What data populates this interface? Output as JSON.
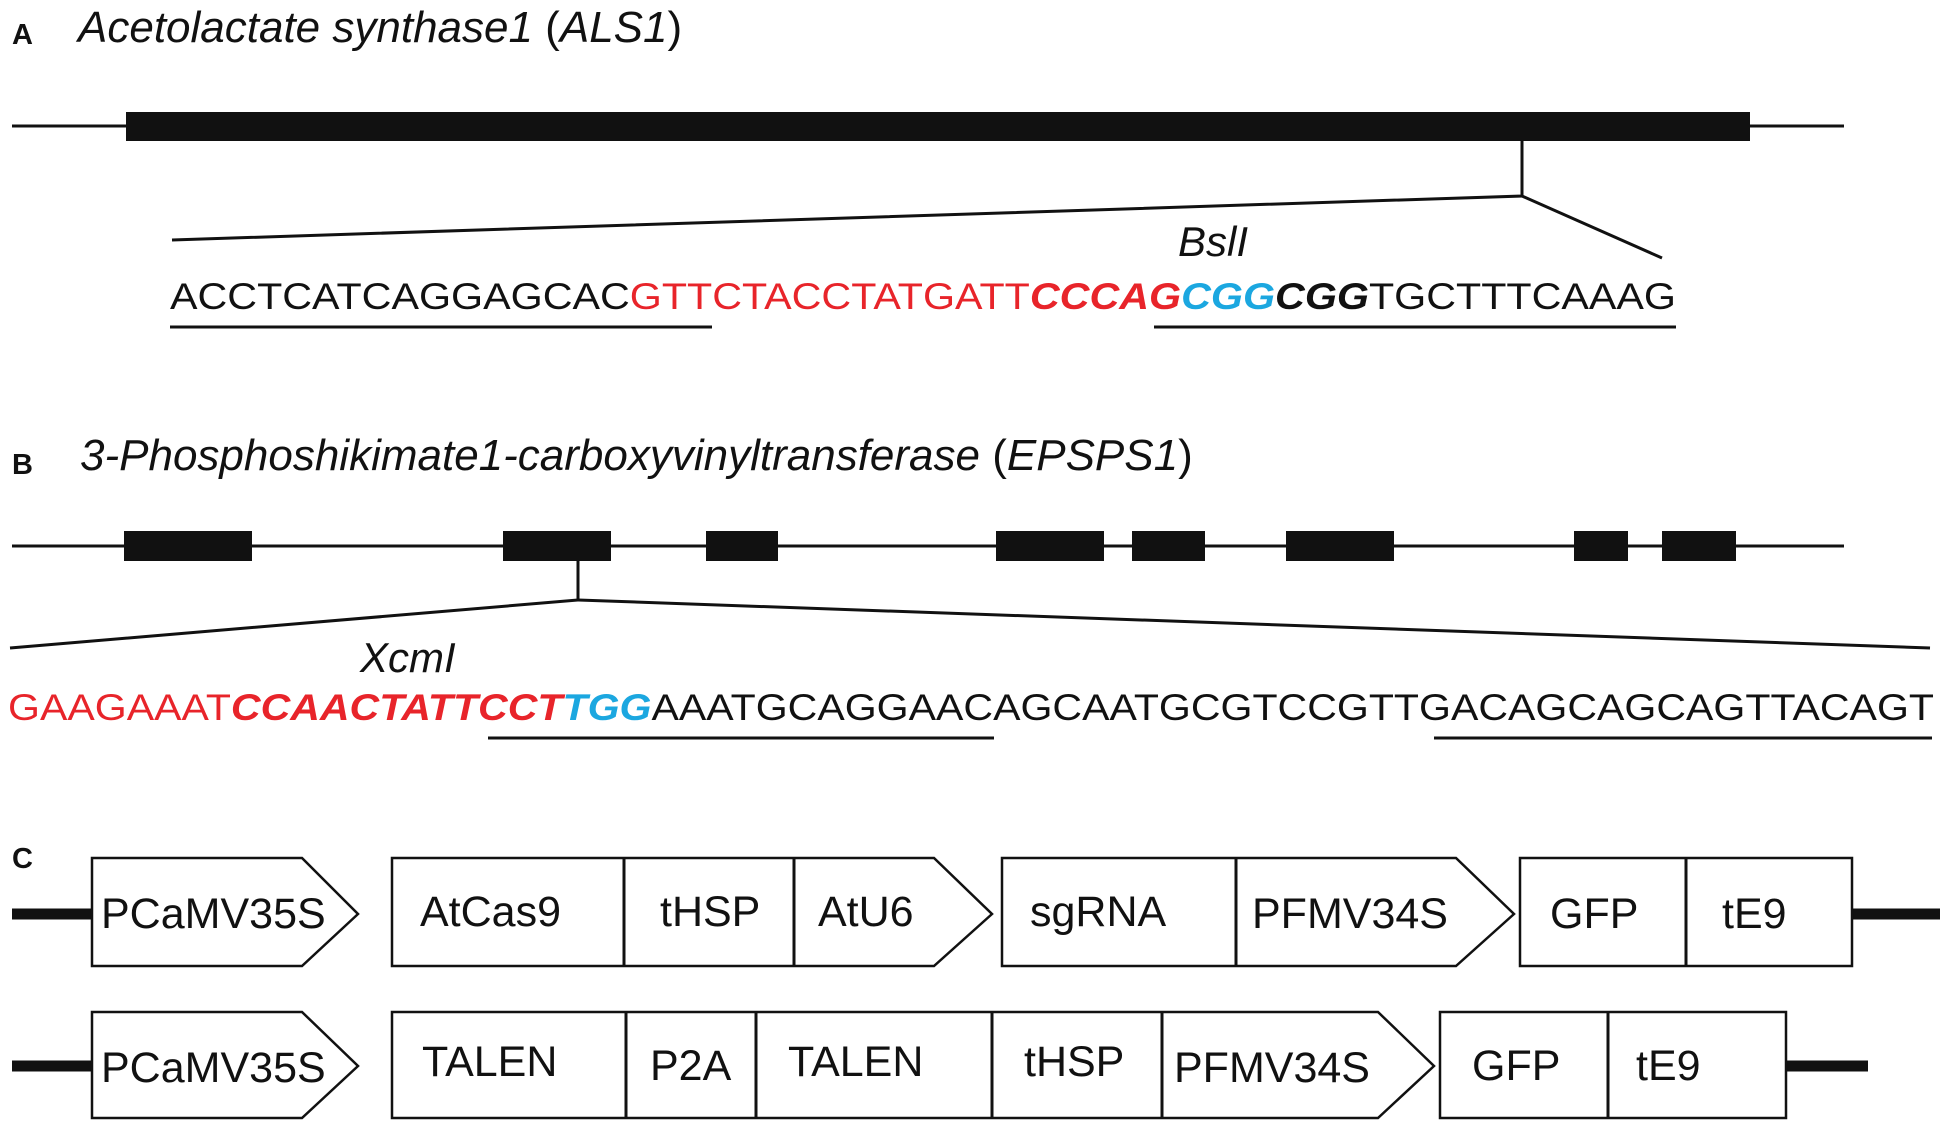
{
  "colors": {
    "black": "#111111",
    "red": "#e8242a",
    "blue": "#1ba7e0"
  },
  "panel_a": {
    "label": "A",
    "gene_title_italic": "Acetolactate synthase1",
    "gene_title_plain_open": " (",
    "gene_abbrev": "ALS1",
    "gene_title_plain_close": ")",
    "enzyme": "BslI",
    "sequence": [
      {
        "text": "ACCTCATCAGGAGCAC",
        "color": "black",
        "bold": false,
        "italic": false
      },
      {
        "text": "GTTCTACCTATGATT",
        "color": "red",
        "bold": false,
        "italic": false
      },
      {
        "text": "CCCAG",
        "color": "red",
        "bold": true,
        "italic": true
      },
      {
        "text": "CGG",
        "color": "blue",
        "bold": true,
        "italic": true
      },
      {
        "text": "CGG",
        "color": "black",
        "bold": true,
        "italic": true
      },
      {
        "text": "TGCTTTCAAAG",
        "color": "black",
        "bold": false,
        "italic": false
      }
    ]
  },
  "panel_b": {
    "label": "B",
    "gene_title_italic": "3-Phosphoshikimate1-carboxyvinyltransferase",
    "gene_title_plain_open": " (",
    "gene_abbrev": "EPSPS1",
    "gene_title_plain_close": ")",
    "enzyme": "XcmI",
    "sequence": [
      {
        "text": "GAAGAAAT",
        "color": "red",
        "bold": false,
        "italic": false
      },
      {
        "text": "CCAACTATTCCT",
        "color": "red",
        "bold": true,
        "italic": true
      },
      {
        "text": "TGG",
        "color": "blue",
        "bold": true,
        "italic": true
      },
      {
        "text": "AAATGCAGGAACAGCAATGCGTCCGTTGACAGCAGCAGTTACAGT",
        "color": "black",
        "bold": false,
        "italic": false
      }
    ]
  },
  "panel_c": {
    "label": "C",
    "construct1": [
      "PCaMV35S",
      "AtCas9",
      "tHSP",
      "AtU6",
      "sgRNA",
      "PFMV34S",
      "GFP",
      "tE9"
    ],
    "construct2": [
      "PCaMV35S",
      "TALEN",
      "P2A",
      "TALEN",
      "tHSP",
      "PFMV34S",
      "GFP",
      "tE9"
    ]
  }
}
